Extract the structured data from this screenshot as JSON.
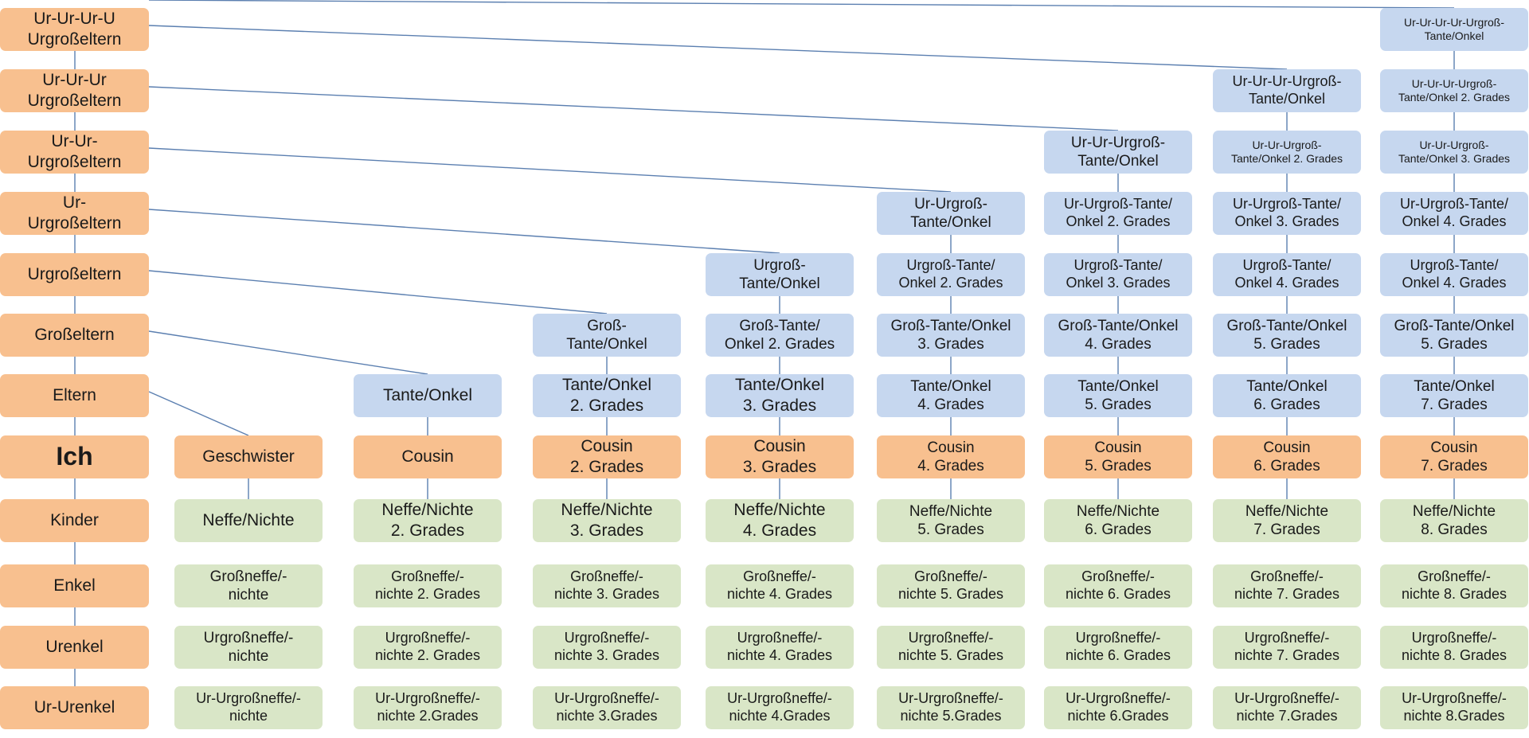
{
  "colors": {
    "ancestor": "#f8c08f",
    "relative_upper": "#c6d7ef",
    "cousin_row": "#f8c08f",
    "descendant": "#d9e6c7",
    "connector": "#5b7fb0"
  },
  "ancestors": [
    "Ur-Ur-Ur-U\nUrgroßeltern",
    "Ur-Ur-Ur\nUrgroßeltern",
    "Ur-Ur-\nUrgroßeltern",
    "Ur-\nUrgroßeltern",
    "Urgroßeltern",
    "Großeltern",
    "Eltern",
    "Ich",
    "Kinder",
    "Enkel",
    "Urenkel",
    "Ur-Urenkel"
  ],
  "columns": [
    {
      "key": "c1",
      "cells": {
        "7": "Geschwister",
        "8": "Neffe/Nichte",
        "9": "Großneffe/-\nnichte",
        "10": "Urgroßneffe/-\nnichte",
        "11": "Ur-Urgroßneffe/-\nnichte"
      }
    },
    {
      "key": "c2",
      "cells": {
        "6": "Tante/Onkel",
        "7": "Cousin",
        "8": "Neffe/Nichte\n2. Grades",
        "9": "Großneffe/-\nnichte 2. Grades",
        "10": "Urgroßneffe/-\nnichte 2. Grades",
        "11": "Ur-Urgroßneffe/-\nnichte 2.Grades"
      }
    },
    {
      "key": "c3",
      "cells": {
        "5": "Groß-\nTante/Onkel",
        "6": "Tante/Onkel\n2. Grades",
        "7": "Cousin\n2. Grades",
        "8": "Neffe/Nichte\n3. Grades",
        "9": "Großneffe/-\nnichte 3. Grades",
        "10": "Urgroßneffe/-\nnichte 3. Grades",
        "11": "Ur-Urgroßneffe/-\nnichte 3.Grades"
      }
    },
    {
      "key": "c4",
      "cells": {
        "4": "Urgroß-\nTante/Onkel",
        "5": "Groß-Tante/\nOnkel 2. Grades",
        "6": "Tante/Onkel\n3. Grades",
        "7": "Cousin\n3. Grades",
        "8": "Neffe/Nichte\n4. Grades",
        "9": "Großneffe/-\nnichte 4. Grades",
        "10": "Urgroßneffe/-\nnichte 4. Grades",
        "11": "Ur-Urgroßneffe/-\nnichte 4.Grades"
      }
    },
    {
      "key": "c5",
      "cells": {
        "3": "Ur-Urgroß-\nTante/Onkel",
        "4": "Urgroß-Tante/\nOnkel 2. Grades",
        "5": "Groß-Tante/Onkel\n3. Grades",
        "6": "Tante/Onkel\n4. Grades",
        "7": "Cousin\n4. Grades",
        "8": "Neffe/Nichte\n5. Grades",
        "9": "Großneffe/-\nnichte 5. Grades",
        "10": "Urgroßneffe/-\nnichte 5. Grades",
        "11": "Ur-Urgroßneffe/-\nnichte 5.Grades"
      }
    },
    {
      "key": "c6",
      "cells": {
        "2": "Ur-Ur-Urgroß-\nTante/Onkel",
        "3": "Ur-Urgroß-Tante/\nOnkel 2. Grades",
        "4": "Urgroß-Tante/\nOnkel 3. Grades",
        "5": "Groß-Tante/Onkel\n4. Grades",
        "6": "Tante/Onkel\n5. Grades",
        "7": "Cousin\n5. Grades",
        "8": "Neffe/Nichte\n6. Grades",
        "9": "Großneffe/-\nnichte 6. Grades",
        "10": "Urgroßneffe/-\nnichte 6. Grades",
        "11": "Ur-Urgroßneffe/-\nnichte 6.Grades"
      }
    },
    {
      "key": "c7",
      "cells": {
        "1": "Ur-Ur-Ur-Urgroß-\nTante/Onkel",
        "2": "Ur-Ur-Urgroß-\nTante/Onkel 2. Grades",
        "3": "Ur-Urgroß-Tante/\nOnkel 3. Grades",
        "4": "Urgroß-Tante/\nOnkel 4. Grades",
        "5": "Groß-Tante/Onkel\n5. Grades",
        "6": "Tante/Onkel\n6. Grades",
        "7": "Cousin\n6. Grades",
        "8": "Neffe/Nichte\n7. Grades",
        "9": "Großneffe/-\nnichte 7. Grades",
        "10": "Urgroßneffe/-\nnichte 7. Grades",
        "11": "Ur-Urgroßneffe/-\nnichte 7.Grades"
      }
    },
    {
      "key": "c8",
      "cells": {
        "0": "Ur-Ur-Ur-Ur-Urgroß-\nTante/Onkel",
        "1": "Ur-Ur-Ur-Urgroß-\nTante/Onkel 2. Grades",
        "2": "Ur-Ur-Urgroß-\nTante/Onkel 3. Grades",
        "3": "Ur-Urgroß-Tante/\nOnkel 4. Grades",
        "4": "Urgroß-Tante/\nOnkel 4. Grades",
        "5": "Groß-Tante/Onkel\n5. Grades",
        "6": "Tante/Onkel\n7. Grades",
        "7": "Cousin\n7. Grades",
        "8": "Neffe/Nichte\n8. Grades",
        "9": "Großneffe/-\nnichte 8. Grades",
        "10": "Urgroßneffe/-\nnichte 8. Grades",
        "11": "Ur-Urgroßneffe/-\nnichte 8.Grades"
      }
    }
  ]
}
